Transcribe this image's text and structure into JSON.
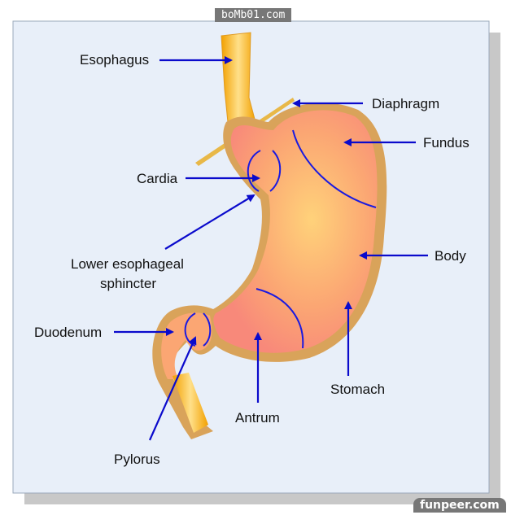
{
  "watermarks": {
    "top": "boMb01.com",
    "bottom": "funpeer.com"
  },
  "labels": {
    "esophagus": "Esophagus",
    "diaphragm": "Diaphragm",
    "fundus": "Fundus",
    "cardia": "Cardia",
    "les_line1": "Lower esophageal",
    "les_line2": "sphincter",
    "body": "Body",
    "duodenum": "Duodenum",
    "stomach": "Stomach",
    "antrum": "Antrum",
    "pylorus": "Pylorus"
  },
  "colors": {
    "panel": "#e8eff9",
    "arrow": "#0a0acc",
    "tissue": "#f9a36e",
    "wall": "#d9a35a"
  }
}
